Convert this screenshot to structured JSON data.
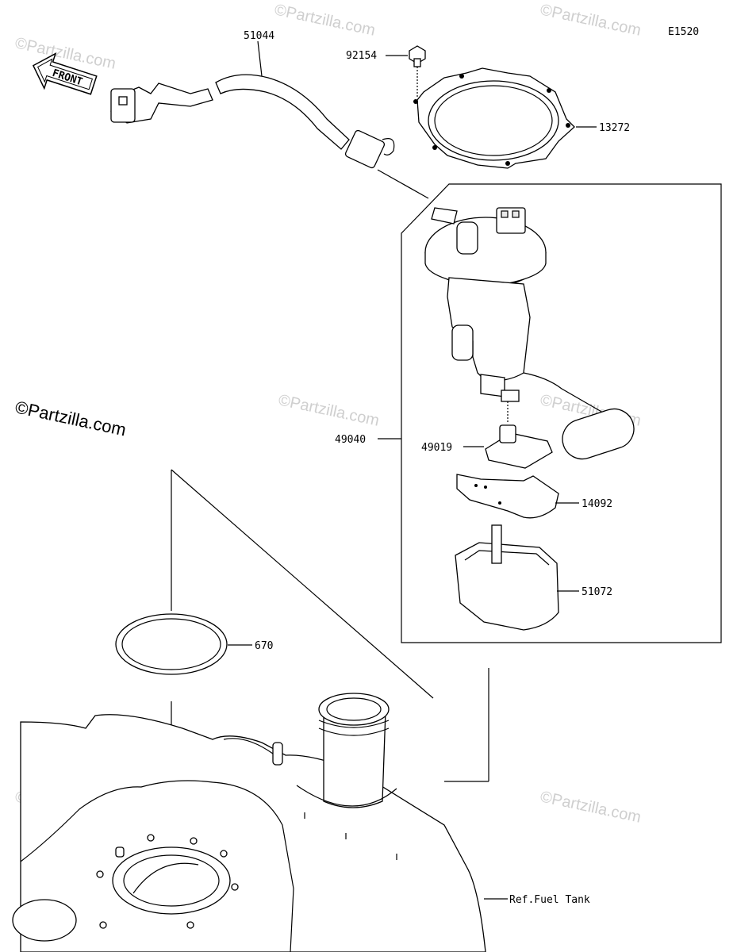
{
  "diagram_code": "E1520",
  "brand": "©Partzilla.com",
  "watermark": "©Partzilla.com",
  "front_label": "FRONT",
  "parts": {
    "hose": "51044",
    "bolt": "92154",
    "gasket": "13272",
    "pump_assy": "49040",
    "filter": "49019",
    "bracket": "14092",
    "cup": "51072",
    "o_ring": "670",
    "fuel_tank": "Ref.Fuel Tank"
  }
}
